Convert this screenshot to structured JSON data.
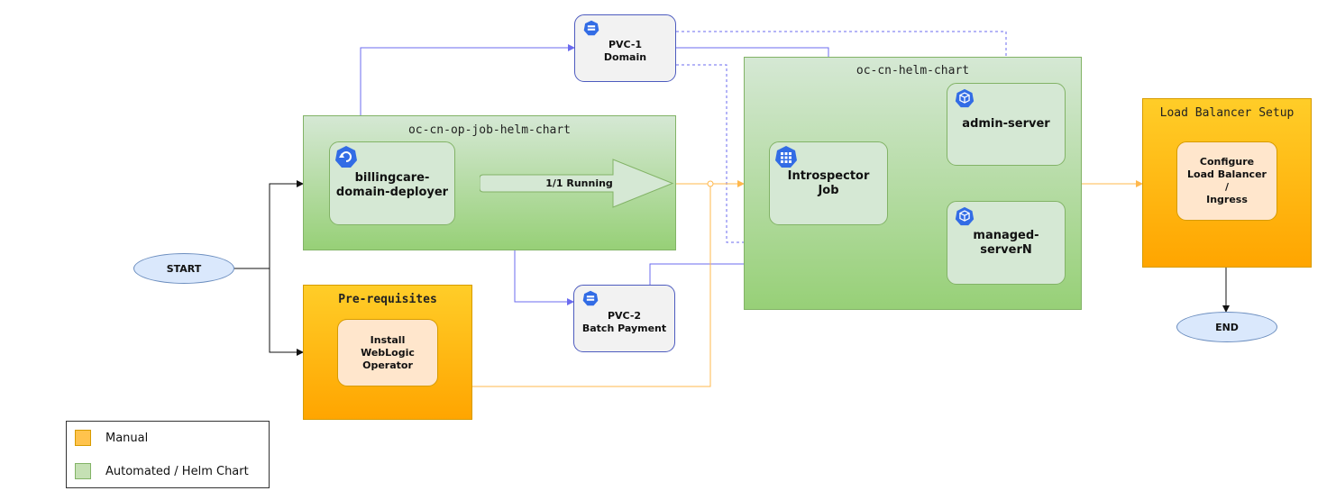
{
  "panels": {
    "job_chart": "oc-cn-op-job-helm-chart",
    "helm_chart": "oc-cn-helm-chart",
    "prereq": "Pre-requisites",
    "load_balancer": "Load Balancer Setup"
  },
  "nodes": {
    "start": "START",
    "end": "END",
    "pvc1": "PVC-1\nDomain",
    "pvc2": "PVC-2\nBatch Payment",
    "deployer": "billingcare-\ndomain-deployer",
    "running": "1/1 Running",
    "install_operator": "Install\nWebLogic\nOperator",
    "introspector": "Introspector\nJob",
    "admin_server": "admin-server",
    "managed_server": "managed-serverN",
    "configure_lb": "Configure\nLoad Balancer\n/\nIngress"
  },
  "legend": {
    "manual": "Manual",
    "automated": "Automated / Helm Chart"
  },
  "colors": {
    "manual": "#ffa500",
    "automated": "#97d077",
    "blue_connector": "#6b6bef",
    "orange_connector": "#ffb84d",
    "k8s_icon": "#326ce5"
  },
  "icons": {
    "pvc": "kubernetes-pvc-icon",
    "job": "kubernetes-job-icon",
    "pod": "kubernetes-pod-icon",
    "deploy": "kubernetes-deploy-icon"
  }
}
